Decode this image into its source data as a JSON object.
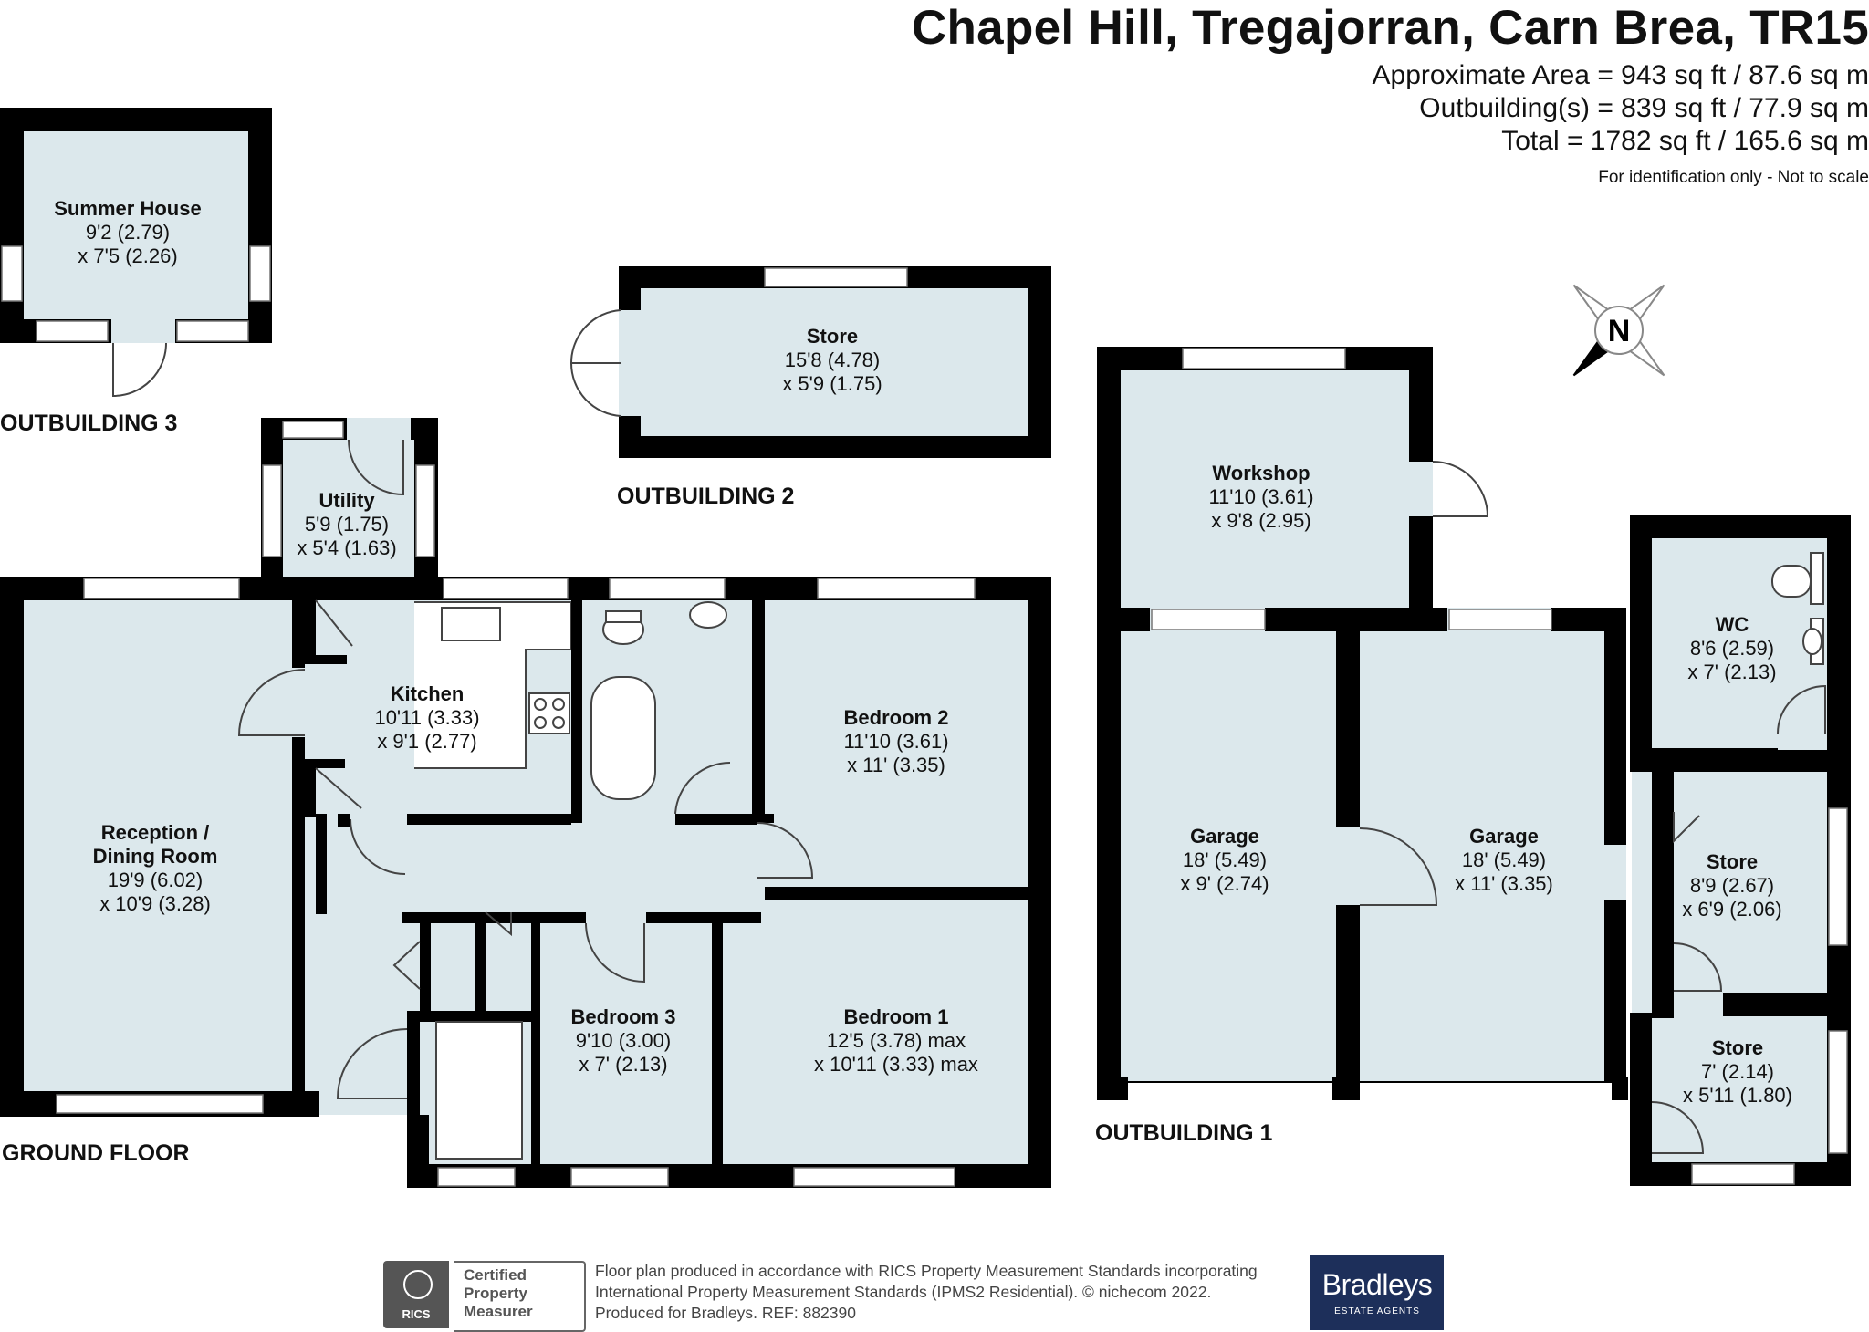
{
  "header": {
    "address": "Chapel Hill, Tregajorran, Carn Brea, TR15",
    "area_line1": "Approximate Area = 943 sq ft / 87.6 sq m",
    "area_line2": "Outbuilding(s) = 839 sq ft / 77.9 sq m",
    "area_line3": "Total = 1782 sq ft / 165.6 sq m",
    "note": "For identification only - Not to scale"
  },
  "compass": {
    "icon": "north-arrow-icon",
    "letter": "N"
  },
  "floors": {
    "outbuilding3": "OUTBUILDING 3",
    "outbuilding2": "OUTBUILDING 2",
    "outbuilding1": "OUTBUILDING 1",
    "ground": "GROUND FLOOR"
  },
  "rooms": {
    "summer_house": {
      "name": "Summer House",
      "dim1": "9'2 (2.79)",
      "dim2": "x 7'5 (2.26)"
    },
    "store_ob2": {
      "name": "Store",
      "dim1": "15'8 (4.78)",
      "dim2": "x 5'9 (1.75)"
    },
    "utility": {
      "name": "Utility",
      "dim1": "5'9 (1.75)",
      "dim2": "x 5'4 (1.63)"
    },
    "kitchen": {
      "name": "Kitchen",
      "dim1": "10'11 (3.33)",
      "dim2": "x 9'1 (2.77)"
    },
    "bedroom2": {
      "name": "Bedroom 2",
      "dim1": "11'10 (3.61)",
      "dim2": "x 11' (3.35)"
    },
    "reception": {
      "name1": "Reception /",
      "name2": "Dining Room",
      "dim1": "19'9 (6.02)",
      "dim2": "x 10'9 (3.28)"
    },
    "bedroom3": {
      "name": "Bedroom 3",
      "dim1": "9'10 (3.00)",
      "dim2": "x 7' (2.13)"
    },
    "bedroom1": {
      "name": "Bedroom 1",
      "dim1": "12'5 (3.78) max",
      "dim2": "x 10'11 (3.33) max"
    },
    "workshop": {
      "name": "Workshop",
      "dim1": "11'10 (3.61)",
      "dim2": "x 9'8 (2.95)"
    },
    "wc": {
      "name": "WC",
      "dim1": "8'6 (2.59)",
      "dim2": "x 7' (2.13)"
    },
    "garage1": {
      "name": "Garage",
      "dim1": "18' (5.49)",
      "dim2": "x 9' (2.74)"
    },
    "garage2": {
      "name": "Garage",
      "dim1": "18' (5.49)",
      "dim2": "x 11' (3.35)"
    },
    "store_a": {
      "name": "Store",
      "dim1": "8'9 (2.67)",
      "dim2": "x 6'9 (2.06)"
    },
    "store_b": {
      "name": "Store",
      "dim1": "7' (2.14)",
      "dim2": "x 5'11 (1.80)"
    }
  },
  "footer": {
    "line1": "Floor plan produced in accordance with RICS Property Measurement Standards incorporating",
    "line2": "International Property Measurement Standards (IPMS2 Residential).   © nichecom 2022.",
    "line3": "Produced for Bradleys.   REF:  882390",
    "rics_badge": "RICS",
    "cert1": "Certified",
    "cert2": "Property",
    "cert3": "Measurer",
    "brand": "Bradleys",
    "brand_sub": "ESTATE AGENTS"
  },
  "colors": {
    "wall": "#000000",
    "floor": "#dce8ec",
    "window": "#ffffff",
    "brand_bg": "#1d2f5a"
  }
}
